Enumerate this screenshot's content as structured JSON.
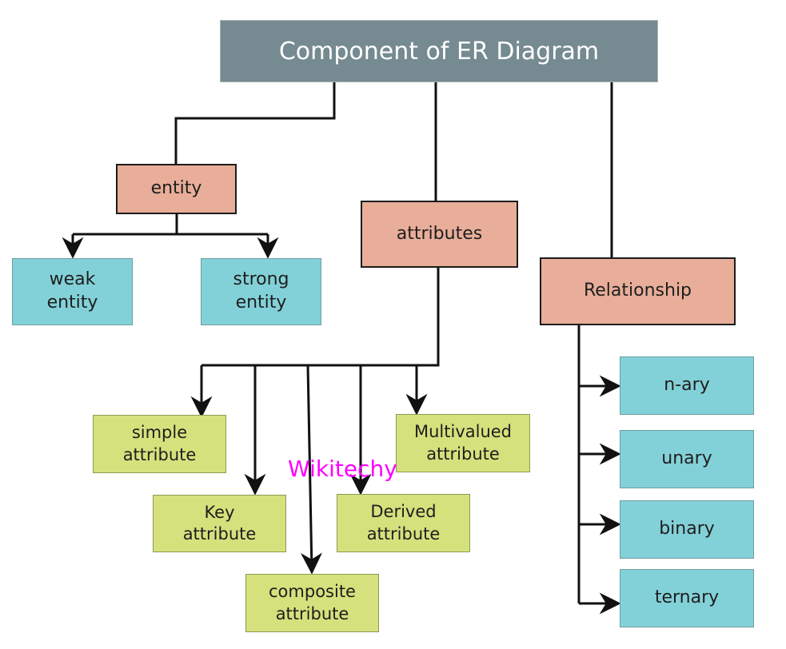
{
  "title": "Component of ER Diagram",
  "categories": {
    "entity": {
      "label": "entity",
      "children": [
        "weak\nentity",
        "strong\nentity"
      ]
    },
    "attributes": {
      "label": "attributes",
      "children": [
        "simple\nattribute",
        "Key\nattribute",
        "composite\nattribute",
        "Derived\nattribute",
        "Multivalued\nattribute"
      ]
    },
    "relationship": {
      "label": "Relationship",
      "children": [
        "n-ary",
        "unary",
        "binary",
        "ternary"
      ]
    }
  },
  "watermark": "Wikitechy",
  "colors": {
    "title_bg": "#758a91",
    "category_bg": "#e8ae99",
    "entity_child_bg": "#83d1d8",
    "attribute_child_bg": "#d5e17c",
    "watermark": "#ff00ff"
  }
}
